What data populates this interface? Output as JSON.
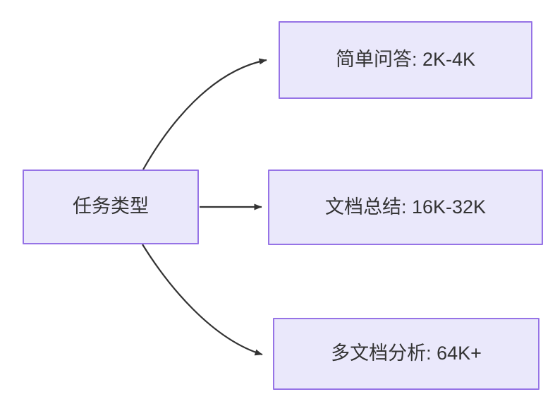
{
  "diagram": {
    "type": "flowchart",
    "direction": "left-to-right",
    "background_color": "#ffffff",
    "node_fill_color": "#eae8fb",
    "node_border_color": "#9673e6",
    "node_text_color": "#333333",
    "edge_color": "#333333",
    "nodes": [
      {
        "id": "source",
        "label": "任务类型",
        "role": "root"
      },
      {
        "id": "simple-qa",
        "label": "简单问答: 2K-4K",
        "role": "leaf"
      },
      {
        "id": "doc-summary",
        "label": "文档总结: 16K-32K",
        "role": "leaf"
      },
      {
        "id": "multi-doc",
        "label": "多文档分析: 64K+",
        "role": "leaf"
      }
    ],
    "edges": [
      {
        "id": "edge-source-simple-qa",
        "from": "source",
        "to": "simple-qa",
        "label": "",
        "style": "curved",
        "arrowhead": "solid-triangle"
      },
      {
        "id": "edge-source-doc-summary",
        "from": "source",
        "to": "doc-summary",
        "label": "",
        "style": "straight",
        "arrowhead": "solid-triangle"
      },
      {
        "id": "edge-source-multi-doc",
        "from": "source",
        "to": "multi-doc",
        "label": "",
        "style": "curved",
        "arrowhead": "solid-triangle"
      }
    ]
  }
}
